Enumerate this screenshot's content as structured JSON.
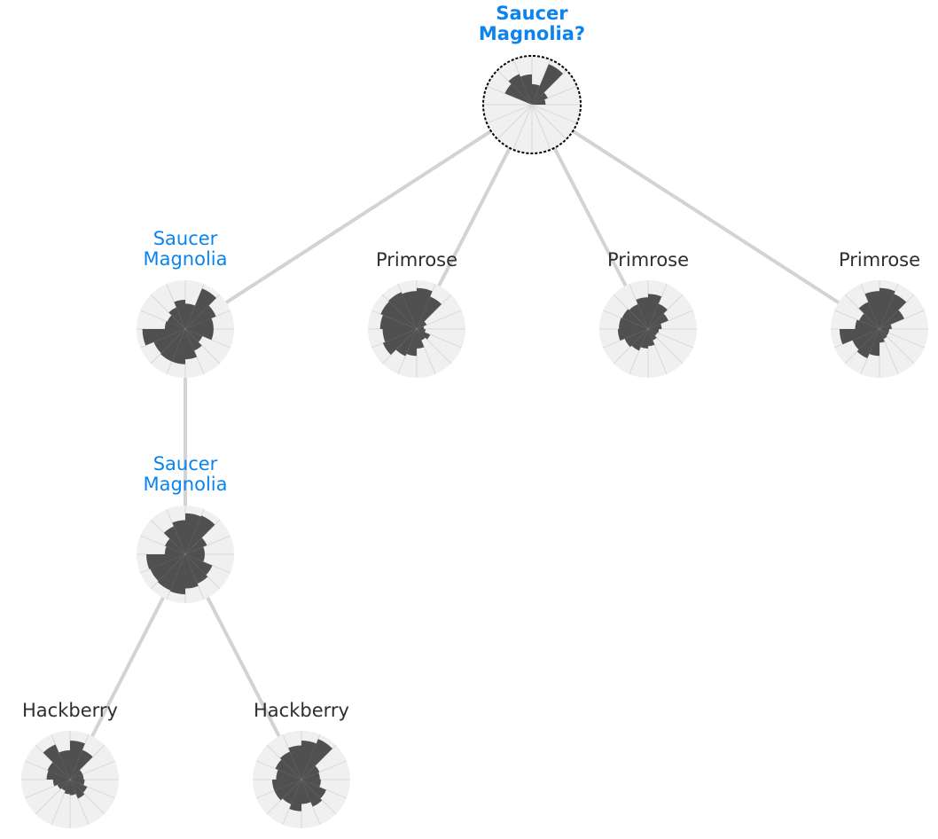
{
  "colors": {
    "edge": "#d3d3d3",
    "glyph_background": "#f0f0f0",
    "glyph_grid": "#d9d9d9",
    "wedge": "#505050",
    "label_default": "#2d2d33",
    "label_highlight": "#0b84ee",
    "selection_ring": "#000000"
  },
  "tree": {
    "nodes": [
      {
        "id": "root",
        "label": "Saucer\nMagnolia?",
        "highlight": true,
        "bold": true,
        "selected": true,
        "wedges": [
          0.42,
          0.9,
          0.35,
          0.28,
          0.0,
          0.0,
          0.0,
          0.0,
          0.0,
          0.0,
          0.0,
          0.0,
          0.0,
          0.6,
          0.68,
          0.62
        ]
      },
      {
        "id": "sm1",
        "label": "Saucer\nMagnolia",
        "highlight": true,
        "bold": false,
        "selected": false,
        "wedges": [
          0.52,
          0.9,
          0.68,
          0.58,
          0.58,
          0.38,
          0.48,
          0.62,
          0.72,
          0.72,
          0.7,
          0.88,
          0.42,
          0.4,
          0.48,
          0.6
        ]
      },
      {
        "id": "p1",
        "label": "Primrose",
        "highlight": false,
        "bold": false,
        "selected": false,
        "wedges": [
          0.84,
          0.72,
          0.22,
          0.15,
          0.18,
          0.3,
          0.25,
          0.4,
          0.55,
          0.6,
          0.75,
          0.7,
          0.75,
          0.8,
          0.82,
          0.78
        ]
      },
      {
        "id": "p2",
        "label": "Primrose",
        "highlight": false,
        "bold": false,
        "selected": false,
        "wedges": [
          0.72,
          0.56,
          0.45,
          0.28,
          0.22,
          0.2,
          0.25,
          0.35,
          0.4,
          0.48,
          0.52,
          0.62,
          0.6,
          0.58,
          0.55,
          0.65
        ]
      },
      {
        "id": "p3",
        "label": "Primrose",
        "highlight": false,
        "bold": false,
        "selected": false,
        "wedges": [
          0.84,
          0.78,
          0.55,
          0.25,
          0.2,
          0.2,
          0.22,
          0.28,
          0.55,
          0.65,
          0.6,
          0.82,
          0.5,
          0.45,
          0.6,
          0.78
        ]
      },
      {
        "id": "sm2",
        "label": "Saucer\nMagnolia",
        "highlight": true,
        "bold": false,
        "selected": false,
        "wedges": [
          0.84,
          0.86,
          0.48,
          0.4,
          0.4,
          0.6,
          0.65,
          0.7,
          0.82,
          0.8,
          0.78,
          0.8,
          0.42,
          0.45,
          0.62,
          0.7
        ]
      },
      {
        "id": "h1",
        "label": "Hackberry",
        "highlight": false,
        "bold": false,
        "selected": false,
        "wedges": [
          0.8,
          0.66,
          0.28,
          0.28,
          0.3,
          0.38,
          0.42,
          0.32,
          0.3,
          0.25,
          0.28,
          0.35,
          0.48,
          0.5,
          0.78,
          0.6
        ]
      },
      {
        "id": "h2",
        "label": "Hackberry",
        "highlight": false,
        "bold": false,
        "selected": false,
        "wedges": [
          0.8,
          0.9,
          0.4,
          0.38,
          0.4,
          0.55,
          0.6,
          0.5,
          0.65,
          0.55,
          0.6,
          0.6,
          0.52,
          0.58,
          0.62,
          0.7
        ]
      }
    ],
    "edges": [
      [
        "root",
        "sm1"
      ],
      [
        "root",
        "p1"
      ],
      [
        "root",
        "p2"
      ],
      [
        "root",
        "p3"
      ],
      [
        "sm1",
        "sm2"
      ],
      [
        "sm2",
        "h1"
      ],
      [
        "sm2",
        "h2"
      ]
    ]
  }
}
